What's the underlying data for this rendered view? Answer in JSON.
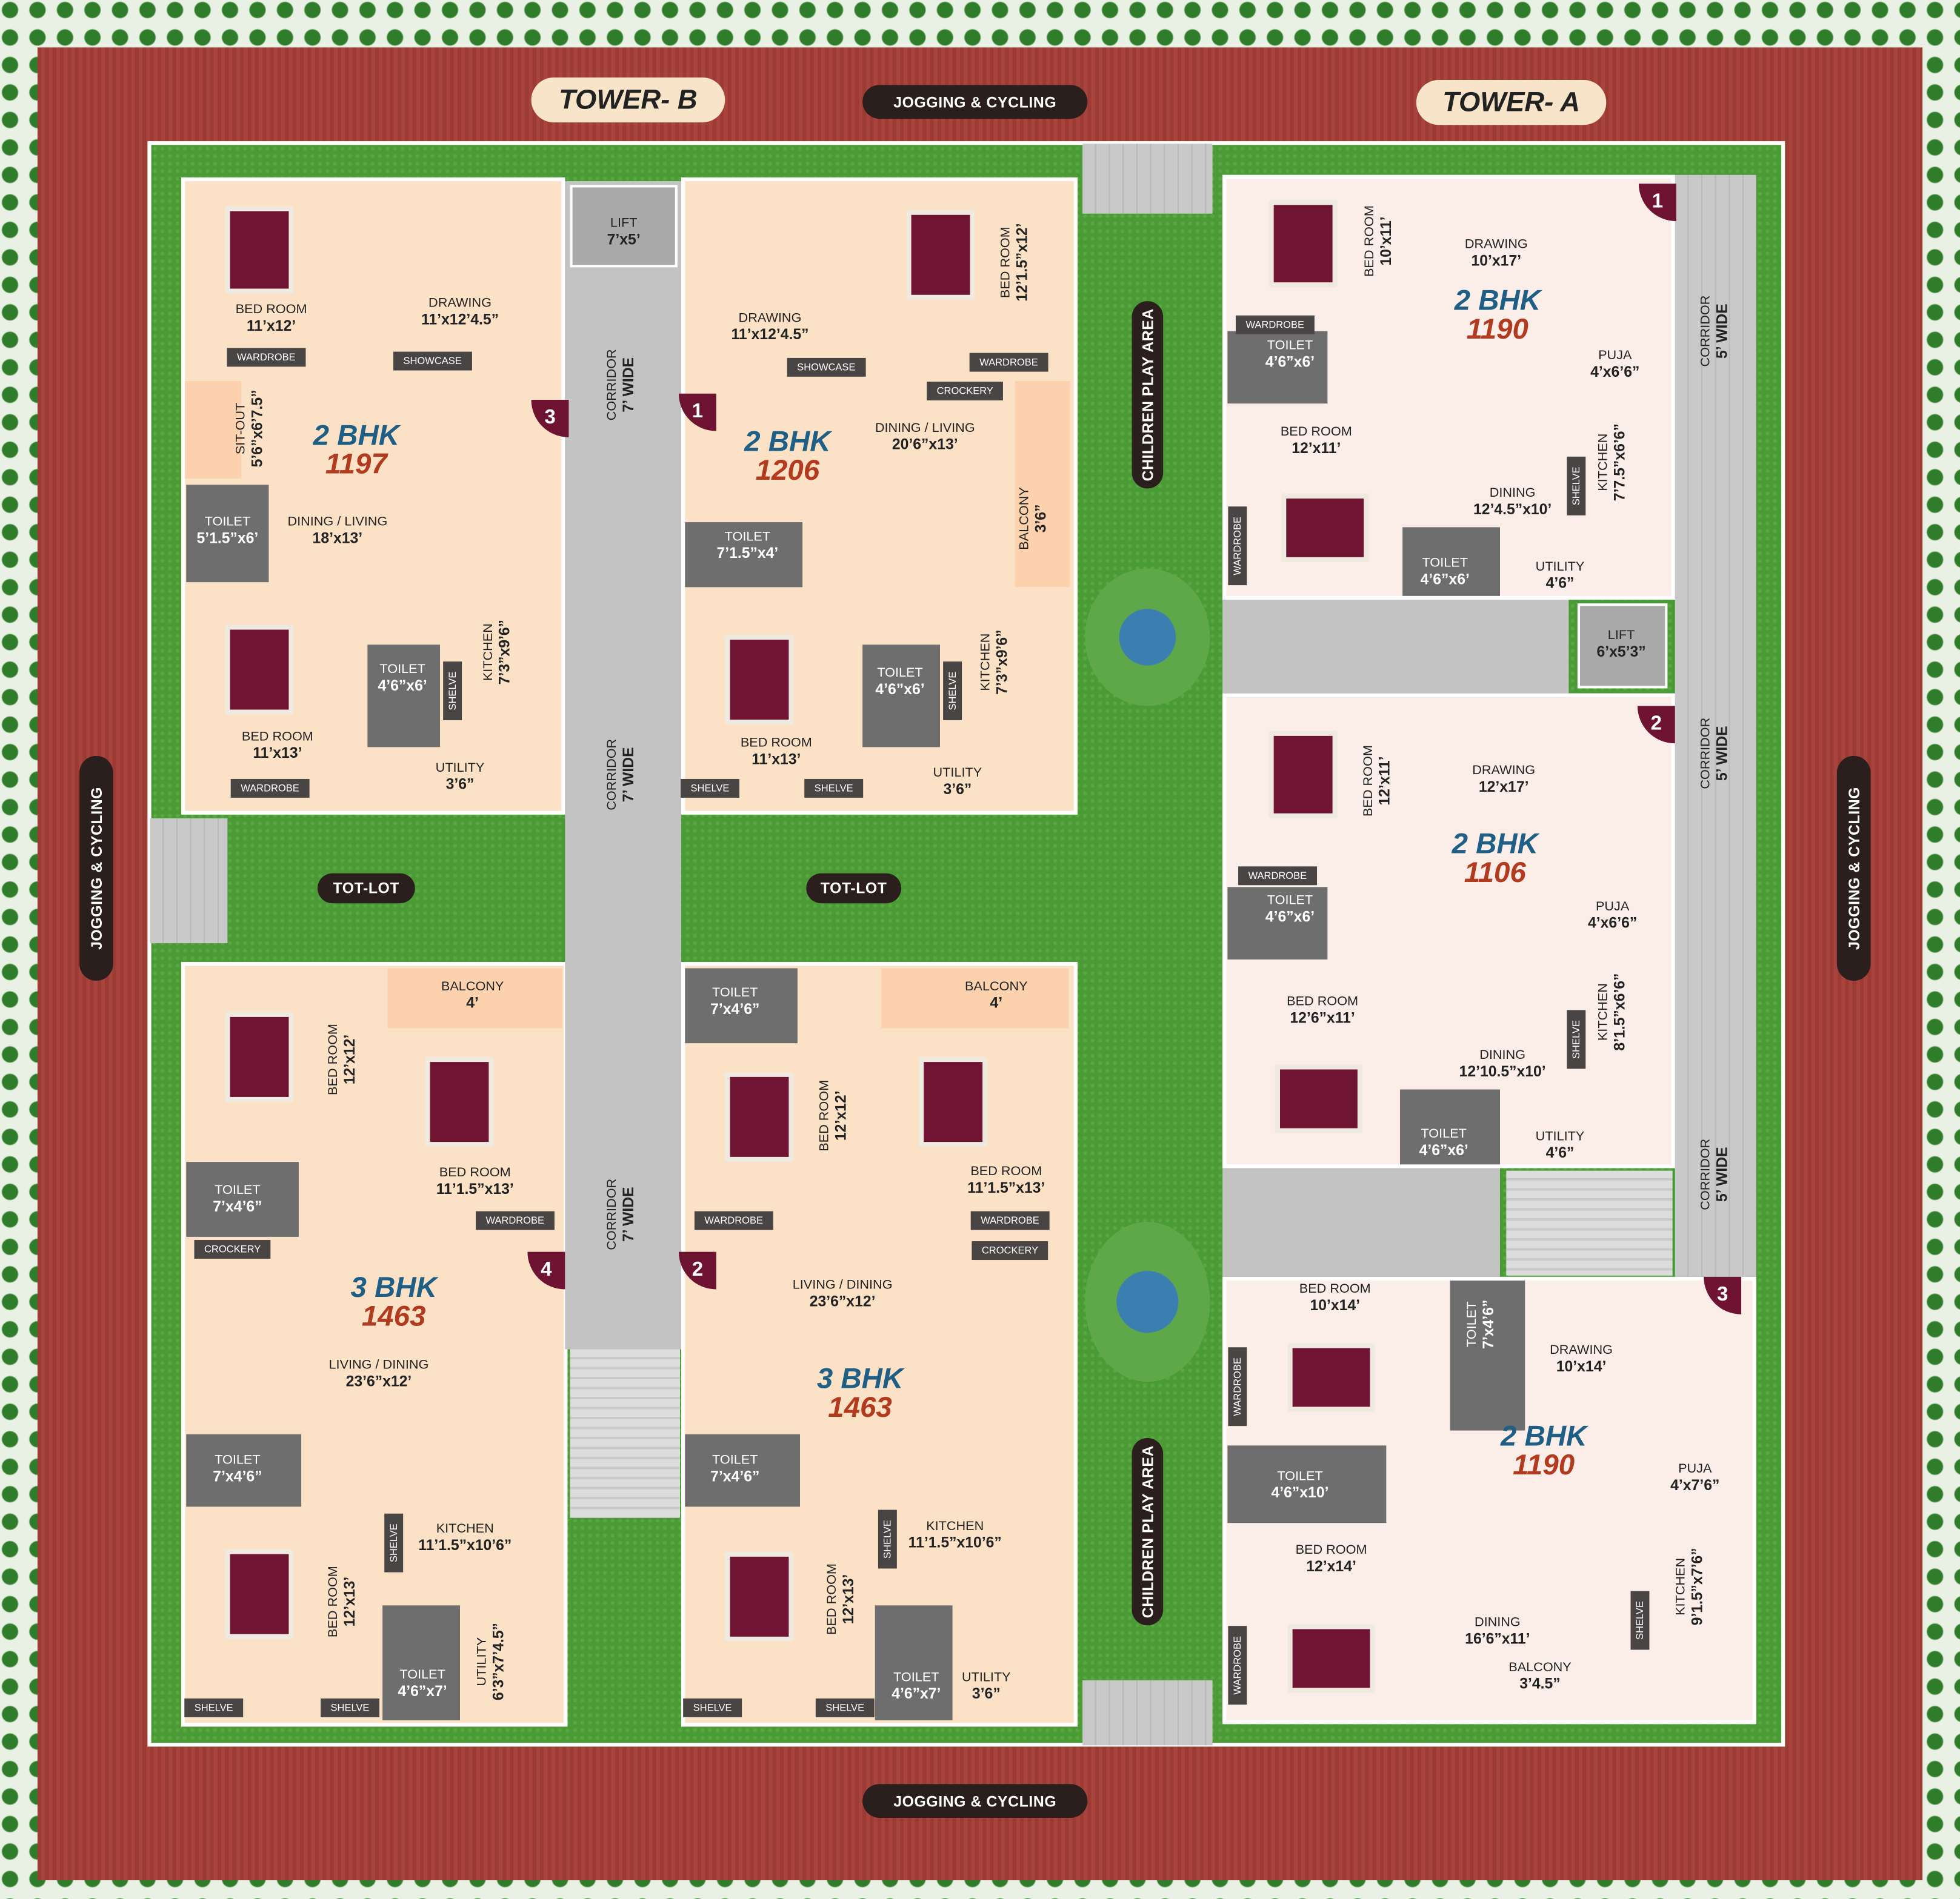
{
  "labels": {
    "jogging": "JOGGING & CYCLING",
    "children_play": "CHILDREN PLAY AREA",
    "tot_lot": "TOT-LOT"
  },
  "colors": {
    "track": "#9c3a34",
    "grass": "#4a9a36",
    "unit_floor": "#fbe2c6",
    "bhk_type": "#1f5f86",
    "bhk_area": "#b13a1f",
    "door_badge": "#6e1432"
  },
  "tower_b": {
    "title": "TOWER- B",
    "lift": {
      "name": "LIFT",
      "size": "7’x5’"
    },
    "corridor": {
      "name": "CORRIDOR",
      "size": "7’ WIDE"
    },
    "units": [
      {
        "number": "3",
        "type": "2 BHK",
        "area": "1197",
        "rooms": [
          {
            "name": "BED ROOM",
            "size": "11’x12’"
          },
          {
            "name": "DRAWING",
            "size": "11’x12’4.5”"
          },
          {
            "name": "SIT-OUT",
            "size": "5’6”x6’7.5”"
          },
          {
            "name": "TOILET",
            "size": "5’1.5”x6’"
          },
          {
            "name": "DINING / LIVING",
            "size": "18’x13’"
          },
          {
            "name": "BED ROOM",
            "size": "11’x13’"
          },
          {
            "name": "TOILET",
            "size": "4’6”x6’"
          },
          {
            "name": "KITCHEN",
            "size": "7’3”x9’6”"
          },
          {
            "name": "UTILITY",
            "size": "3’6”"
          }
        ],
        "fixtures": [
          "WARDROBE",
          "SHOWCASE",
          "WARDROBE",
          "SHELVE"
        ]
      },
      {
        "number": "1",
        "type": "2 BHK",
        "area": "1206",
        "rooms": [
          {
            "name": "DRAWING",
            "size": "11’x12’4.5”"
          },
          {
            "name": "BED ROOM",
            "size": "12’1.5”x12’"
          },
          {
            "name": "DINING / LIVING",
            "size": "20’6”x13’"
          },
          {
            "name": "BALCONY",
            "size": "3’6”"
          },
          {
            "name": "TOILET",
            "size": "7’1.5”x4’"
          },
          {
            "name": "BED ROOM",
            "size": "11’x13’"
          },
          {
            "name": "TOILET",
            "size": "4’6”x6’"
          },
          {
            "name": "KITCHEN",
            "size": "7’3”x9’6”"
          },
          {
            "name": "UTILITY",
            "size": "3’6”"
          }
        ],
        "fixtures": [
          "SHOWCASE",
          "WARDROBE",
          "CROCKERY",
          "SHELVE",
          "SHELVE",
          "SHELVE"
        ]
      },
      {
        "number": "4",
        "type": "3 BHK",
        "area": "1463",
        "rooms": [
          {
            "name": "BED ROOM",
            "size": "12’x12’"
          },
          {
            "name": "BALCONY",
            "size": "4’"
          },
          {
            "name": "BED ROOM",
            "size": "11’1.5”x13’"
          },
          {
            "name": "TOILET",
            "size": "7’x4’6”"
          },
          {
            "name": "LIVING / DINING",
            "size": "23’6”x12’"
          },
          {
            "name": "TOILET",
            "size": "7’x4’6”"
          },
          {
            "name": "KITCHEN",
            "size": "11’1.5”x10’6”"
          },
          {
            "name": "BED ROOM",
            "size": "12’x13’"
          },
          {
            "name": "TOILET",
            "size": "4’6”x7’"
          },
          {
            "name": "UTILITY",
            "size": "6’3”x7’4.5”"
          }
        ],
        "fixtures": [
          "WARDROBE",
          "CROCKERY",
          "SHELVE",
          "SHELVE",
          "SHELVE"
        ]
      },
      {
        "number": "2",
        "type": "3 BHK",
        "area": "1463",
        "rooms": [
          {
            "name": "TOILET",
            "size": "7’x4’6”"
          },
          {
            "name": "BALCONY",
            "size": "4’"
          },
          {
            "name": "BED ROOM",
            "size": "12’x12’"
          },
          {
            "name": "BED ROOM",
            "size": "11’1.5”x13’"
          },
          {
            "name": "LIVING / DINING",
            "size": "23’6”x12’"
          },
          {
            "name": "TOILET",
            "size": "7’x4’6”"
          },
          {
            "name": "KITCHEN",
            "size": "11’1.5”x10’6”"
          },
          {
            "name": "BED ROOM",
            "size": "12’x13’"
          },
          {
            "name": "TOILET",
            "size": "4’6”x7’"
          },
          {
            "name": "UTILITY",
            "size": "3’6”"
          }
        ],
        "fixtures": [
          "WARDROBE",
          "WARDROBE",
          "CROCKERY",
          "SHELVE",
          "SHELVE",
          "SHELVE"
        ]
      }
    ]
  },
  "tower_a": {
    "title": "TOWER- A",
    "lift": {
      "name": "LIFT",
      "size": "6’x5’3”"
    },
    "corridor": {
      "name": "CORRIDOR",
      "size": "5’ WIDE"
    },
    "units": [
      {
        "number": "1",
        "type": "2 BHK",
        "area": "1190",
        "rooms": [
          {
            "name": "BED ROOM",
            "size": "10’x11’"
          },
          {
            "name": "DRAWING",
            "size": "10’x17’"
          },
          {
            "name": "TOILET",
            "size": "4’6”x6’"
          },
          {
            "name": "PUJA",
            "size": "4’x6’6”"
          },
          {
            "name": "BED ROOM",
            "size": "12’x11’"
          },
          {
            "name": "KITCHEN",
            "size": "7’7.5”x6’6”"
          },
          {
            "name": "DINING",
            "size": "12’4.5”x10’"
          },
          {
            "name": "TOILET",
            "size": "4’6”x6’"
          },
          {
            "name": "UTILITY",
            "size": "4’6”"
          }
        ],
        "fixtures": [
          "WARDROBE",
          "WARDROBE",
          "SHELVE"
        ]
      },
      {
        "number": "2",
        "type": "2 BHK",
        "area": "1106",
        "rooms": [
          {
            "name": "BED ROOM",
            "size": "12’x11’"
          },
          {
            "name": "DRAWING",
            "size": "12’x17’"
          },
          {
            "name": "TOILET",
            "size": "4’6”x6’"
          },
          {
            "name": "PUJA",
            "size": "4’x6’6”"
          },
          {
            "name": "BED ROOM",
            "size": "12’6”x11’"
          },
          {
            "name": "KITCHEN",
            "size": "8’1.5”x6’6”"
          },
          {
            "name": "DINING",
            "size": "12’10.5”x10’"
          },
          {
            "name": "TOILET",
            "size": "4’6”x6’"
          },
          {
            "name": "UTILITY",
            "size": "4’6”"
          }
        ],
        "fixtures": [
          "WARDROBE",
          "SHELVE"
        ]
      },
      {
        "number": "3",
        "type": "2 BHK",
        "area": "1190",
        "rooms": [
          {
            "name": "BED ROOM",
            "size": "10’x14’"
          },
          {
            "name": "TOILET",
            "size": "7’x4’6”"
          },
          {
            "name": "DRAWING",
            "size": "10’x14’"
          },
          {
            "name": "TOILET",
            "size": "4’6”x10’"
          },
          {
            "name": "PUJA",
            "size": "4’x7’6”"
          },
          {
            "name": "BED ROOM",
            "size": "12’x14’"
          },
          {
            "name": "KITCHEN",
            "size": "9’1.5”x7’6”"
          },
          {
            "name": "DINING",
            "size": "16’6”x11’"
          },
          {
            "name": "BALCONY",
            "size": "3’4.5”"
          }
        ],
        "fixtures": [
          "WARDROBE",
          "WARDROBE",
          "SHELVE"
        ]
      }
    ]
  }
}
